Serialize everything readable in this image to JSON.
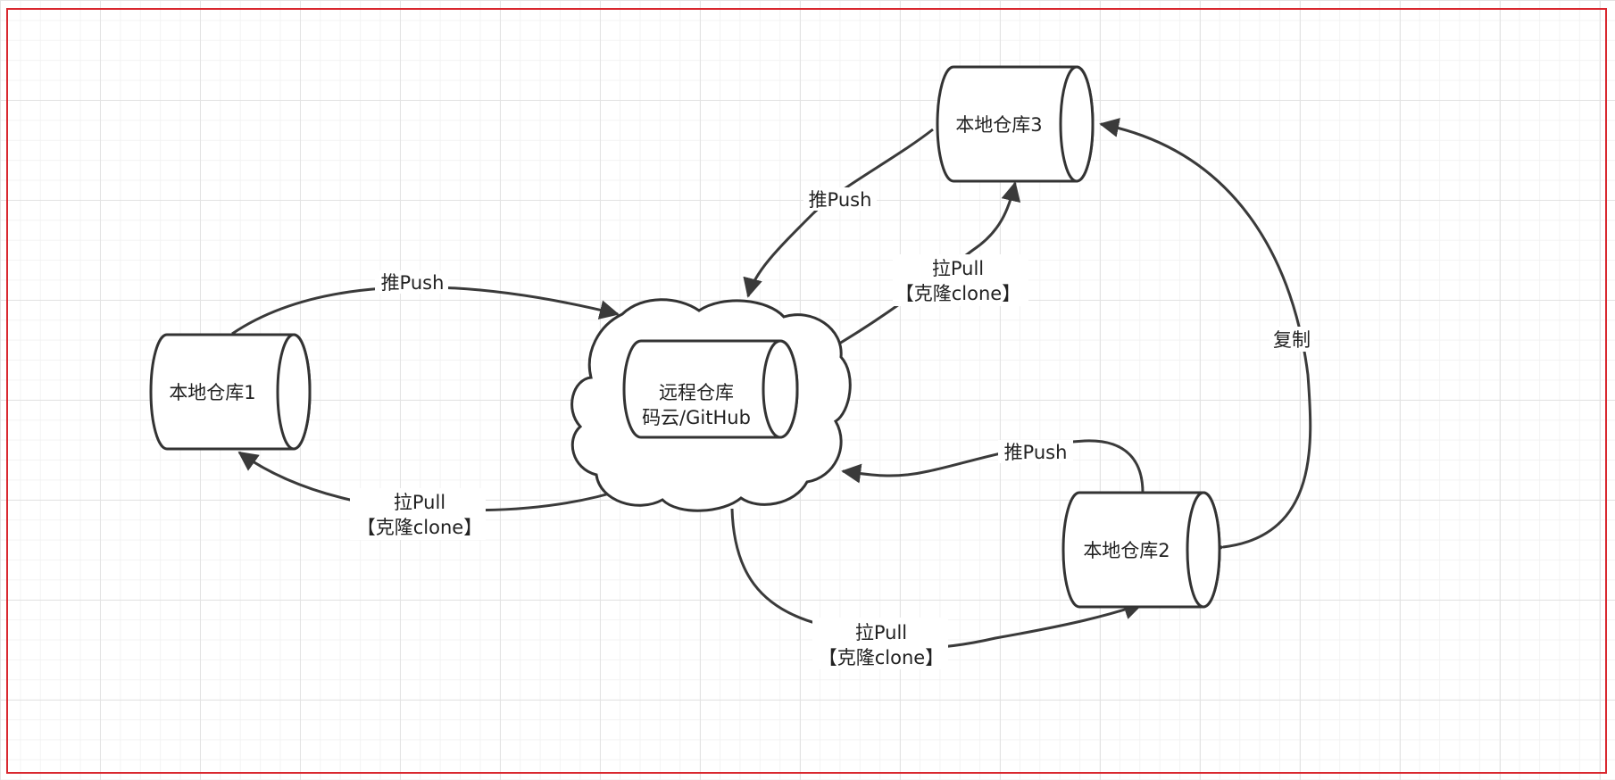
{
  "nodes": {
    "remote": {
      "line1": "远程仓库",
      "line2": "码云/GitHub"
    },
    "local1": {
      "label": "本地仓库1"
    },
    "local2": {
      "label": "本地仓库2"
    },
    "local3": {
      "label": "本地仓库3"
    }
  },
  "edges": {
    "local1_push": "推Push",
    "local1_pull": {
      "line1": "拉Pull",
      "line2": "【克隆clone】"
    },
    "local3_push": "推Push",
    "local3_pull": {
      "line1": "拉Pull",
      "line2": "【克隆clone】"
    },
    "local2_push": "推Push",
    "local2_pull": {
      "line1": "拉Pull",
      "line2": "【克隆clone】"
    },
    "copy": "复制"
  },
  "colors": {
    "frame": "#d9282f",
    "stroke": "#333333",
    "grid": "#e3e3e3"
  }
}
